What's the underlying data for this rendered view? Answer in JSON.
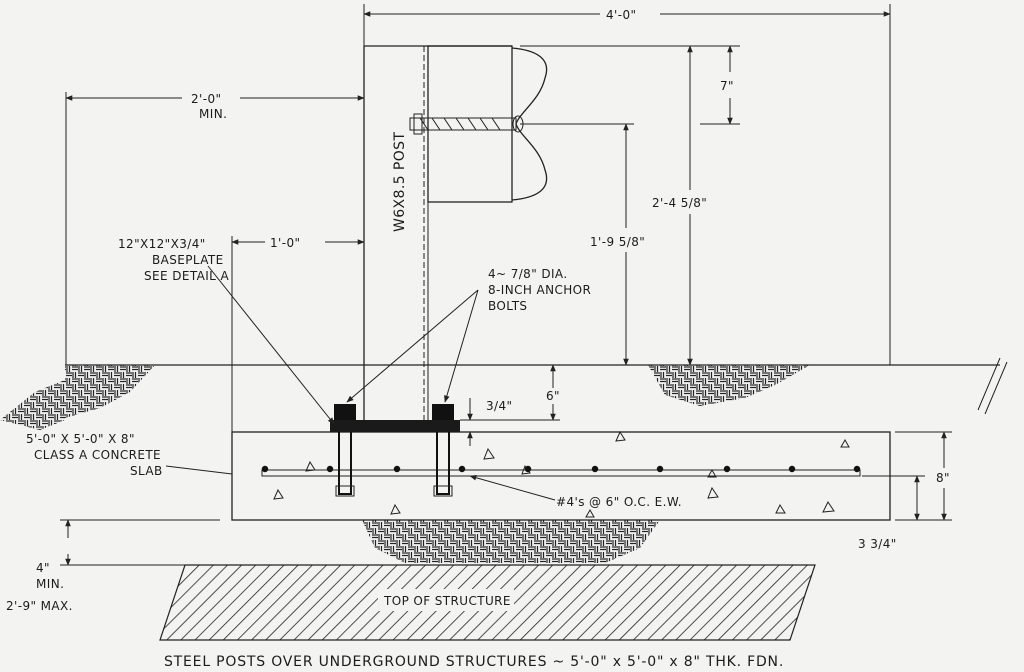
{
  "dimensions": {
    "overall_width": "4'-0\"",
    "post_offset": "2'-0\"",
    "post_offset_note": "MIN.",
    "plate_offset": "1'-0\"",
    "rail_top": "7\"",
    "post_height": "2'-4 5/8\"",
    "bolt_height": "1'-9 5/8\"",
    "plate_to_grade": "6\"",
    "plate_thickness": "3/4\"",
    "slab_thickness": "8\"",
    "rebar_cover": "3 3/4\"",
    "clearance_min": "4\"",
    "clearance_min_note": "MIN.",
    "clearance_max": "2'-9\" MAX."
  },
  "labels": {
    "post": "W6X8.5 POST",
    "baseplate_line1": "12\"X12\"X3/4\"",
    "baseplate_line2": "BASEPLATE",
    "baseplate_line3": "SEE DETAIL A",
    "bolts_line1": "4~ 7/8\" DIA.",
    "bolts_line2": "8-INCH ANCHOR",
    "bolts_line3": "BOLTS",
    "slab_line1": "5'-0\" X 5'-0\" X 8\"",
    "slab_line2": "CLASS A CONCRETE",
    "slab_line3": "SLAB",
    "rebar": "#4's @ 6\" O.C. E.W.",
    "structure": "TOP OF STRUCTURE"
  },
  "caption": "STEEL POSTS OVER UNDERGROUND STRUCTURES ~ 5'-0\" x 5'-0\" x 8\" THK. FDN."
}
